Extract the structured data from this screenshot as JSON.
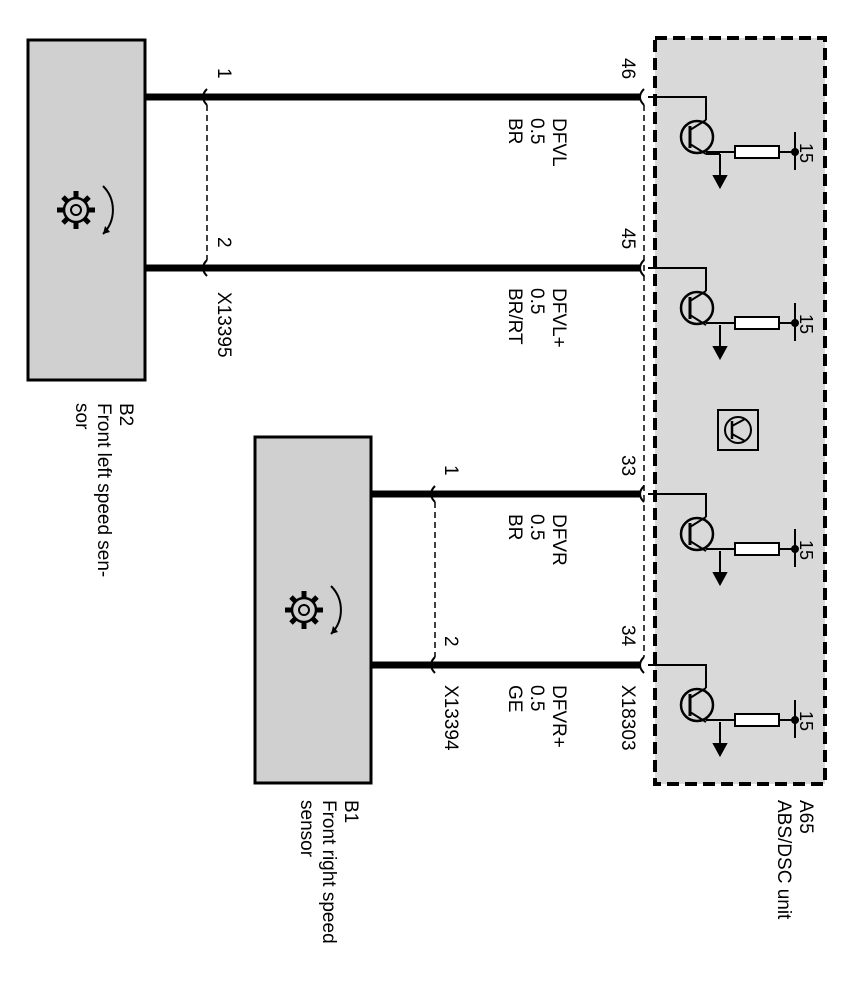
{
  "modules": {
    "b2": {
      "ref": "B2",
      "name_line1": "Front left speed sen-",
      "name_line2": "sor"
    },
    "b1": {
      "ref": "B1",
      "name_line1": "Front right speed",
      "name_line2": "sensor"
    },
    "a65": {
      "ref": "A65",
      "name": "ABS/DSC unit"
    }
  },
  "connectors": {
    "x13395": "X13395",
    "x13394": "X13394",
    "x18303": "X18303"
  },
  "wires": [
    {
      "signal": "DFVL",
      "gauge": "0.5",
      "color": "BR",
      "sensor_pin": "1",
      "unit_pin": "46"
    },
    {
      "signal": "DFVL+",
      "gauge": "0.5",
      "color": "BR/RT",
      "sensor_pin": "2",
      "unit_pin": "45"
    },
    {
      "signal": "DFVR",
      "gauge": "0.5",
      "color": "BR",
      "sensor_pin": "1",
      "unit_pin": "33"
    },
    {
      "signal": "DFVR+",
      "gauge": "0.5",
      "color": "GE",
      "sensor_pin": "2",
      "unit_pin": "34"
    }
  ],
  "supply_terminal": "15"
}
